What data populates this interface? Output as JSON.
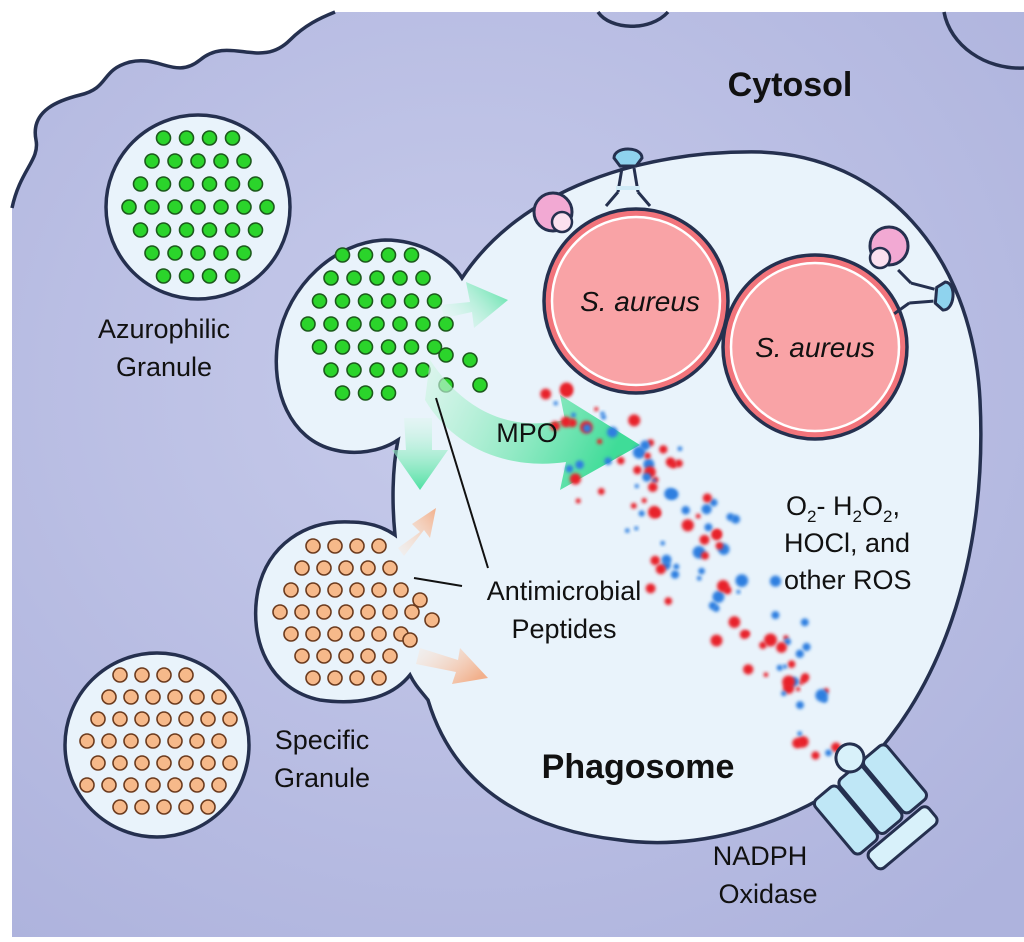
{
  "labels": {
    "cytosol": "Cytosol",
    "phagosome": "Phagosome",
    "azurophilic_line1": "Azurophilic",
    "azurophilic_line2": "Granule",
    "specific_line1": "Specific",
    "specific_line2": "Granule",
    "amp_line1": "Antimicrobial",
    "amp_line2": "Peptides",
    "mpo": "MPO",
    "bacterium_1": "S. aureus",
    "bacterium_2": "S. aureus",
    "ros_line1_o": "O",
    "ros_line1_o_sub": "2",
    "ros_line1_dash": "- H",
    "ros_line1_h_sub": "2",
    "ros_line1_o2": "O",
    "ros_line1_o2_sub": "2",
    "ros_line1_comma": ",",
    "ros_line2": "HOCl, and",
    "ros_line3": "other ROS",
    "nadph_line1": "NADPH",
    "nadph_line2": "Oxidase"
  },
  "colors": {
    "cell": "#b9bde3",
    "membrane": "#25304f",
    "phagosome": "#e9f3fb",
    "bacterium": "#f2747b",
    "bacterium_inner": "#f9a3a6",
    "azurophilic_granule": "#2bd42b",
    "specific_granule": "#f6b98a",
    "mpo_arrow": "#4fe0a2",
    "peptide_arrow": "#f3b898",
    "ros_red": "#e8232c",
    "ros_blue": "#2f7fe0",
    "oxidase": "#bfe7f6"
  }
}
